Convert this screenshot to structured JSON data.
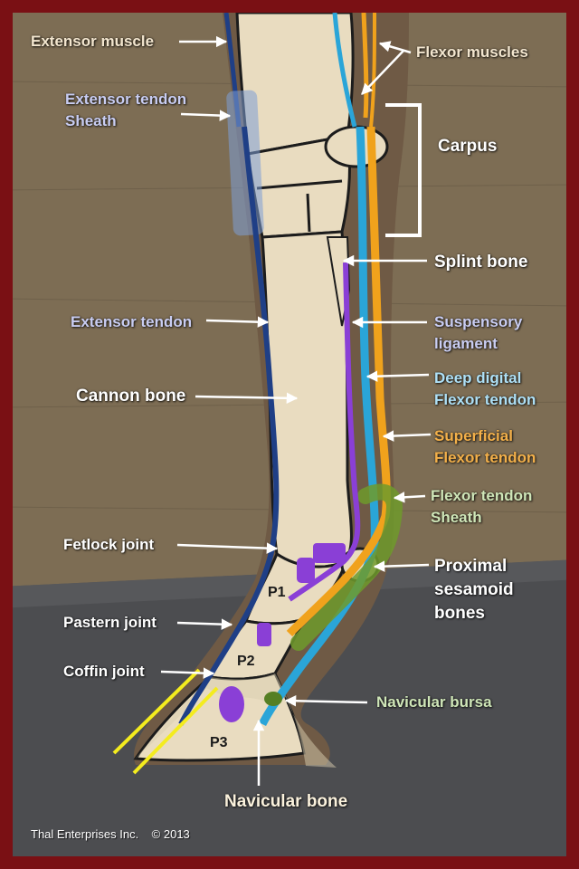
{
  "labels": {
    "extensor_muscle": "Extensor muscle",
    "extensor_tendon_sheath_line1": "Extensor tendon",
    "extensor_tendon_sheath_line2": "Sheath",
    "flexor_muscles": "Flexor muscles",
    "carpus": "Carpus",
    "splint_bone": "Splint bone",
    "extensor_tendon": "Extensor tendon",
    "suspensory_line1": "Suspensory",
    "suspensory_line2": "ligament",
    "cannon_bone": "Cannon bone",
    "deep_digital_line1": "Deep digital",
    "deep_digital_line2": "Flexor tendon",
    "superficial_line1": "Superficial",
    "superficial_line2": "Flexor tendon",
    "flexor_sheath_line1": "Flexor tendon",
    "flexor_sheath_line2": "Sheath",
    "fetlock_joint": "Fetlock joint",
    "proximal_line1": "Proximal",
    "proximal_line2": "sesamoid",
    "proximal_line3": "bones",
    "pastern_joint": "Pastern joint",
    "coffin_joint": "Coffin joint",
    "navicular_bursa": "Navicular bursa",
    "navicular_bone": "Navicular bone"
  },
  "bone_tags": {
    "p1": "P1",
    "p2": "P2",
    "p3": "P3"
  },
  "copyright": {
    "owner": "Thal Enterprises Inc.",
    "year": "© 2013"
  },
  "colors": {
    "frame": "#7a1014",
    "wall": "#7d6d54",
    "floor": "#4c4d50",
    "bone": "#e9dcc0",
    "extensor": "#1f3f86",
    "deep_flexor": "#2aa5d8",
    "superficial_flexor": "#f0a21c",
    "suspensory": "#8a3fd6",
    "sheath_green": "#6f9a2c",
    "hoof_line": "#f4ec1e"
  }
}
